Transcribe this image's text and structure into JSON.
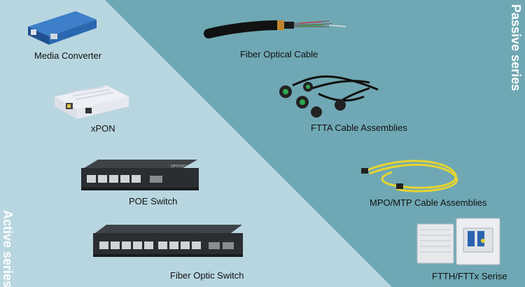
{
  "series": {
    "active": "Active series",
    "passive": "Passive series"
  },
  "products": {
    "media_converter": "Media Converter",
    "xpon": "xPON",
    "poe_switch": "POE Switch",
    "fiber_optic_switch": "Fiber Optic Switch",
    "fiber_optical_cable": "Fiber Optical Cable",
    "ftta_cable": "FTTA Cable Assemblies",
    "mpo_mtp": "MPO/MTP Cable Assemblies",
    "ftth": "FTTH/FTTx Serise"
  },
  "brand": "OPTFOCUS",
  "colors": {
    "active_bg": "#b7d6e0",
    "passive_bg": "#6fa9b5",
    "cable_yellow": "#e8d534"
  }
}
